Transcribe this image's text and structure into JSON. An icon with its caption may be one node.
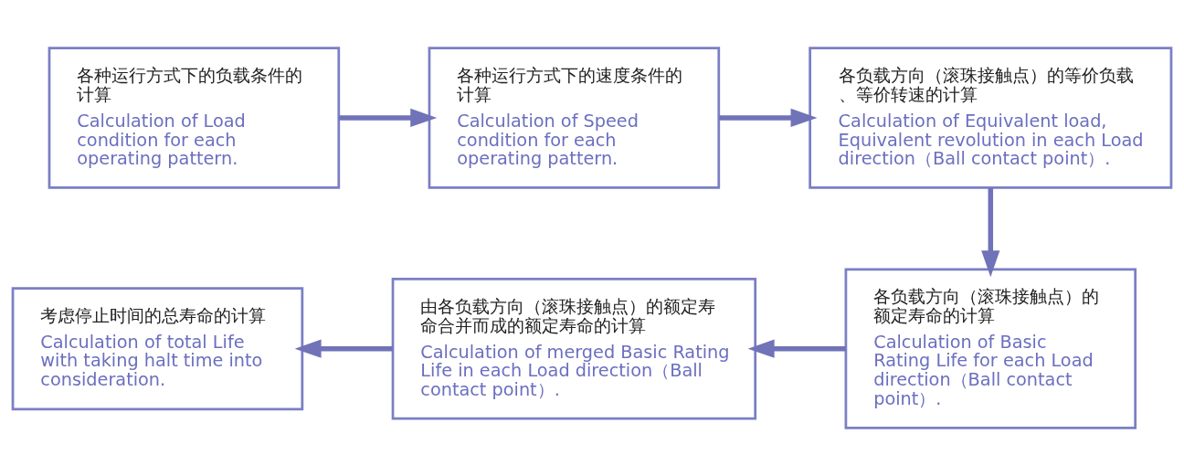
{
  "diagram": {
    "nodes": [
      {
        "text": [
          "各种运行方式下的负载条件的计算",
          "Calculation of Load condition for each operating pattern."
        ]
      },
      {
        "text": [
          "各种运行方式下的速度条件的计算",
          "Calculation of Speed condition for each operating pattern."
        ]
      },
      {
        "text": [
          "各负载方向（滚珠接触点）的等价负载、等价转速的计算",
          "Calculation of Equivalent load, Equivalent revolution in each Load direction（Ball contact point）."
        ]
      },
      {
        "text": [
          "各负载方向（滚珠接触点）的额定寿命的计算",
          "Calculation of Basic Rating Life for each Load direction（Ball contact point）."
        ]
      },
      {
        "text": [
          "由各负载方向（滚珠接触点）的额定寿命合并而成的额定寿命的计算",
          "Calculation of merged Basic Rating Life in each Load direction（Ball contact point）."
        ]
      },
      {
        "text": [
          "考虑停止时间的总寿命的计算",
          "Calculation of total Life with taking halt time into consideration."
        ]
      }
    ],
    "edges": [
      {
        "from": 0,
        "to": 1,
        "arrow": "to"
      },
      {
        "from": 1,
        "to": 2,
        "arrow": "to"
      },
      {
        "from": 2,
        "to": 3,
        "arrow": "to"
      },
      {
        "from": 3,
        "to": 4,
        "arrow": "to"
      },
      {
        "from": 4,
        "to": 5,
        "arrow": "to"
      }
    ]
  }
}
